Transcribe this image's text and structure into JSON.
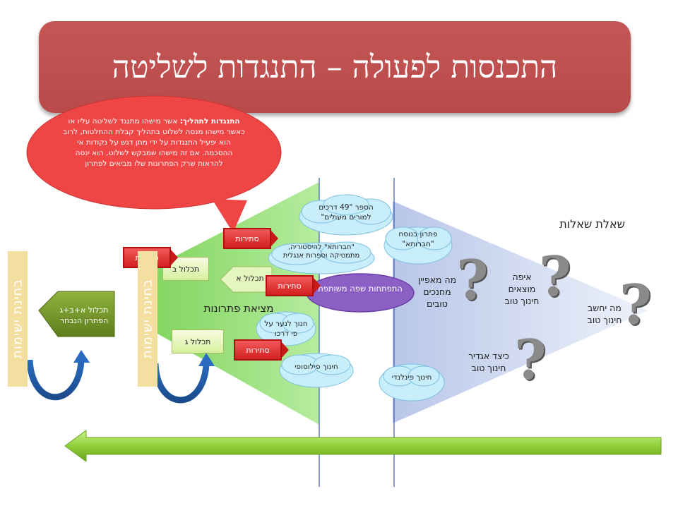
{
  "title": "התכנסות לפעולה – התנגדות לשליטה",
  "speech_bubble": {
    "heading": "התנגדות לתהליך:",
    "text": "אשר מישהו מתנגד לשליטה עליו או כאשר מישהו מנסה לשלוט בתהליך קבלת ההחלטות, לרוב הוא יפעיל התנגדות על ידי מתן דגש על נקודות אי ההסכמה. אם זה מישהו שמבקש לשלוט, הוא ינסה להראות שרק הפתרונות שלו מביאים לפתרון"
  },
  "right_section": {
    "heading": "שאלת שאלות",
    "questions": [
      "מה יחשב חינוך טוב",
      "איפה מוצאים חינוך טוב",
      "מה מאפיין מחנכים טובים",
      "כיצד אגדיר חינוך טוב"
    ]
  },
  "clouds": {
    "book": "הספר \"49 דרכים למורים מעולים\"",
    "chavruta_solution": "פתרון בנוסח \"חברותא\"",
    "chavruta_subjects": "\"חברותא\" להיסטוריה, מתמטיקה וספרות אנגלית",
    "youth": "חנוך לנער על פי דרכו",
    "philosophical": "חינוך פילוסופי",
    "finnish": "חינוך פינלנדי"
  },
  "shared_language": "התפתחות שפה משותפת",
  "middle_section": {
    "heading": "מציאת פתרונות",
    "refinements": [
      "תכלול א",
      "תכלול ב",
      "תכלול ג"
    ]
  },
  "contradiction_label": "סתירות",
  "final_solution": "תכלול א+ב+ג הפתרון הנבחר",
  "applicability_test": "בחינת ישימות",
  "colors": {
    "banner": "#c0504d",
    "bubble": "#f04545",
    "green_triangle": "#9de07e",
    "blue_triangle": "#c9d6ef",
    "final_box": "#6f8f28",
    "arrow": "#8fcf3a"
  }
}
